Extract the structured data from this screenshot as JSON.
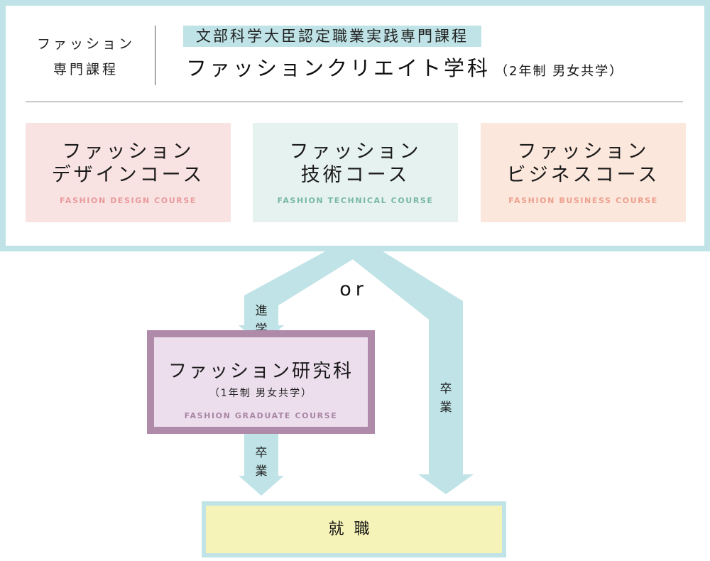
{
  "department": {
    "category_line1": "ファッション",
    "category_line2": "専門課程",
    "certification": "文部科学大臣認定職業実践専門課程",
    "name": "ファッションクリエイト学科",
    "sub": "（2年制 男女共学）"
  },
  "courses": [
    {
      "name_line1": "ファッション",
      "name_line2": "デザインコース",
      "en": "FASHION DESIGN COURSE"
    },
    {
      "name_line1": "ファッション",
      "name_line2": "技術コース",
      "en": "FASHION TECHNICAL COURSE"
    },
    {
      "name_line1": "ファッション",
      "name_line2": "ビジネスコース",
      "en": "FASHION BUSINESS COURSE"
    }
  ],
  "or_label": "or",
  "arrows": {
    "advance_chars": [
      "進",
      "学"
    ],
    "graduate_right_chars": [
      "卒",
      "業"
    ],
    "graduate_left_chars": [
      "卒",
      "業"
    ]
  },
  "graduate": {
    "name": "ファッション研究科",
    "sub": "（1年制 男女共学）",
    "en": "FASHION GRADUATE COURSE"
  },
  "employment": {
    "label": "就職"
  },
  "colors": {
    "frame": "#bfe3e6",
    "design_bg": "#f9e3e2",
    "technical_bg": "#e6f2ef",
    "business_bg": "#fce7dc",
    "graduate_border": "#b08aa9",
    "graduate_bg": "#ecdeed",
    "employment_bg": "#f6f3b8"
  }
}
